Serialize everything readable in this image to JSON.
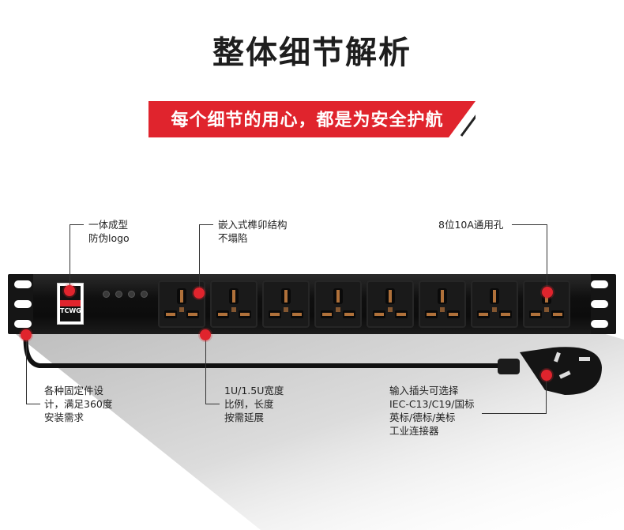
{
  "title": "整体细节解析",
  "banner": "每个细节的用心，都是为安全护航",
  "callouts": {
    "logo": [
      "一体成型",
      "防伪logo"
    ],
    "mortise": [
      "嵌入式榫卯结构",
      "不塌陷"
    ],
    "outlets": "8位10A通用孔",
    "mount": [
      "各种固定件设",
      "计，满足360度",
      "安装需求"
    ],
    "width": [
      "1U/1.5U宽度",
      "比例，长度",
      "按需延展"
    ],
    "plug": [
      "输入插头可选择",
      "IEC-C13/C19/国标",
      "英标/德标/美标",
      "工业连接器"
    ]
  },
  "colors": {
    "accent": "#e0242d",
    "product": "#111111",
    "socket_pin": "#b0713a"
  },
  "product": {
    "logo_text": "TCWG",
    "outlet_count": 8
  }
}
